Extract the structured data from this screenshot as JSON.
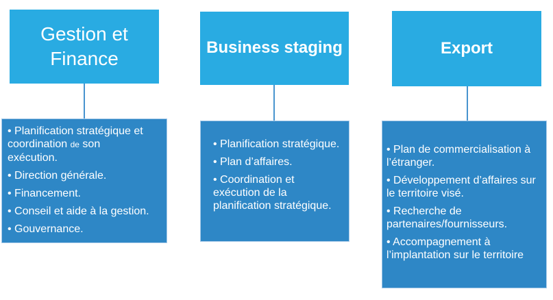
{
  "colors": {
    "header_bg": "#29ABE2",
    "body_bg": "#2E87C6",
    "body_border": "#A6C9E8",
    "connector_color": "#4793CE",
    "text_color": "#FFFFFF"
  },
  "columns": [
    {
      "id": "gestion-finance",
      "title": "Gestion et Finance",
      "bullets": [
        {
          "pre": "• Planification stratégique et coordination ",
          "small": "de",
          "post": " son\nexécution."
        },
        "• Direction générale.",
        "• Financement.",
        "• Conseil et aide à la gestion.",
        "• Gouvernance."
      ]
    },
    {
      "id": "business-staging",
      "title": "Business staging",
      "bullets": [
        "• Planification stratégique.",
        "• Plan d’affaires.",
        "• Coordination et exécution de la planification stratégique."
      ]
    },
    {
      "id": "export",
      "title": "Export",
      "bullets": [
        "• Plan de commercialisation à l’étranger.",
        "• Développement d’affaires sur le territoire visé.",
        "• Recherche de partenaires/fournisseurs.",
        "• Accompagnement à l’implantation sur le territoire"
      ]
    }
  ]
}
